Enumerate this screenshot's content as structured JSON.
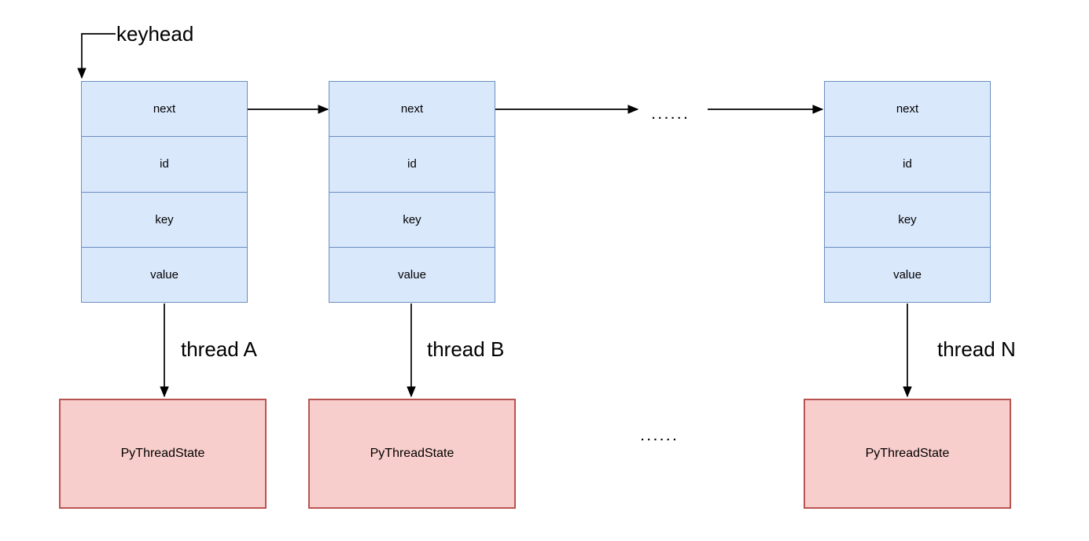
{
  "labels": {
    "keyhead": "keyhead",
    "ellipsis_top": "......",
    "ellipsis_bottom": "......"
  },
  "nodes": [
    {
      "fields": [
        "next",
        "id",
        "key",
        "value"
      ],
      "thread_label": "thread A",
      "state_label": "PyThreadState"
    },
    {
      "fields": [
        "next",
        "id",
        "key",
        "value"
      ],
      "thread_label": "thread B",
      "state_label": "PyThreadState"
    },
    {
      "fields": [
        "next",
        "id",
        "key",
        "value"
      ],
      "thread_label": "thread N",
      "state_label": "PyThreadState"
    }
  ],
  "colors": {
    "node_fill": "#dae8fc",
    "node_border": "#6c8ebf",
    "state_fill": "#f8cecc",
    "state_border": "#b85450",
    "arrow": "#000000"
  }
}
